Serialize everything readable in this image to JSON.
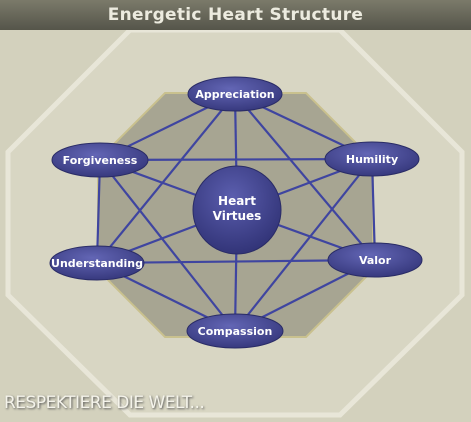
{
  "title": "Energetic Heart Structure",
  "center": {
    "line1": "Heart",
    "line2": "Virtues"
  },
  "nodes": {
    "appreciation": "Appreciation",
    "humility": "Humility",
    "valor": "Valor",
    "compassion": "Compassion",
    "understanding": "Understanding",
    "forgiveness": "Forgiveness"
  },
  "watermark": "RESPEKTIERE DIE WELT...",
  "colors": {
    "background": "#d3d1bd",
    "octagon": "#a5a391",
    "node": "#40428f",
    "line": "#3f45a0",
    "title_bar": "#66665a"
  }
}
